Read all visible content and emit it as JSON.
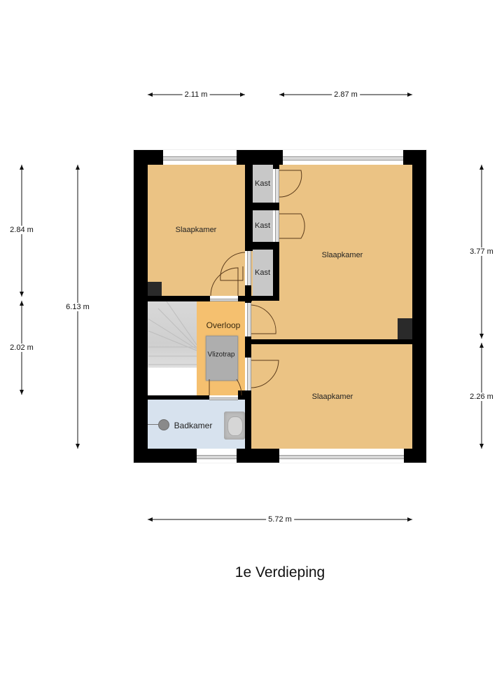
{
  "floor_title": "1e Verdieping",
  "colors": {
    "room_fill": "#ebc384",
    "overloop_fill": "#f5c06f",
    "kast_fill": "#c8c8c8",
    "badkamer_fill": "#d7e2ee",
    "wall": "#000000",
    "door_arc": "#5a3a1a"
  },
  "rooms": {
    "slaapkamer_nw": {
      "label": "Slaapkamer"
    },
    "slaapkamer_ne": {
      "label": "Slaapkamer"
    },
    "slaapkamer_se": {
      "label": "Slaapkamer"
    },
    "kast_1": {
      "label": "Kast"
    },
    "kast_2": {
      "label": "Kast"
    },
    "kast_3": {
      "label": "Kast"
    },
    "overloop": {
      "label": "Overloop"
    },
    "vlizotrap": {
      "label": "Vlizotrap"
    },
    "badkamer": {
      "label": "Badkamer"
    }
  },
  "dimensions": {
    "top_left": "2.11 m",
    "top_right": "2.87 m",
    "bottom_total": "5.72 m",
    "left_upper": "2.84 m",
    "left_lower": "2.02 m",
    "left_total": "6.13 m",
    "right_upper": "3.77 m",
    "right_lower": "2.26 m"
  }
}
